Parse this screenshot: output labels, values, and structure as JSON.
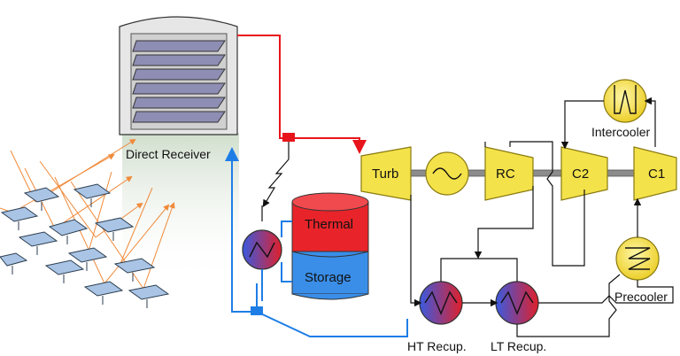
{
  "labels": {
    "receiver": "Direct Receiver",
    "thermal": "Thermal",
    "storage": "Storage",
    "turbine": "Turb",
    "rc": "RC",
    "c2": "C2",
    "c1": "C1",
    "intercooler": "Intercooler",
    "precooler": "Precooler",
    "ht_recup": "HT Recup.",
    "lt_recup": "LT Recup."
  },
  "colors": {
    "hot_line": "#e8141b",
    "cold_line": "#1e7ee6",
    "machine_fill": "#f4e24a",
    "machine_stroke": "#8a7a10",
    "shaft": "#8c8c8c",
    "thermal_tank": "#e8242a",
    "storage_tank": "#3a8ee8",
    "receiver_body": "#e3e3e3",
    "receiver_panel": "#8f8fb4",
    "heliostat": "#a9c4e4",
    "sun_ray": "#f08a3a"
  },
  "icons": [
    "generator-icon",
    "heat-exchanger-icon",
    "cooler-icon",
    "valve-icon"
  ]
}
